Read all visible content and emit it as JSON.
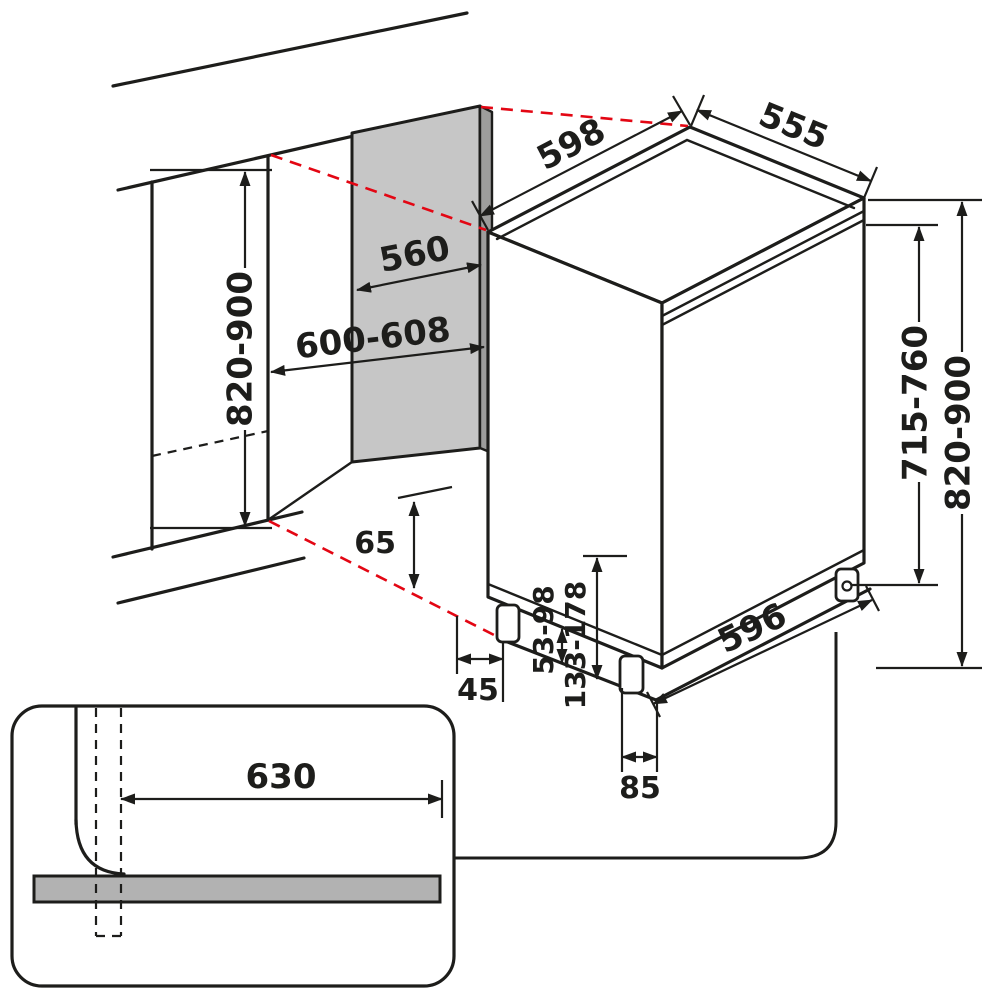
{
  "diagram_type": "built-in dishwasher installation dimensions",
  "colors": {
    "line": "#1d1d1b",
    "projection_red": "#e30613",
    "niche_panel_gray": "#c6c6c6",
    "panel_edge_gray": "#9d9d9c",
    "plinth_gray": "#b2b2b2",
    "background": "#ffffff"
  },
  "dimensions": {
    "appliance_width": "598",
    "appliance_depth": "555",
    "niche_depth": "560",
    "niche_width": "600-608",
    "niche_height": "820-900",
    "appliance_height": "715-760",
    "overall_height": "820-900",
    "clearance_top": "65",
    "clearance_front": "45",
    "foot_adjust_front": "53-98",
    "foot_adjust_rear": "133-178",
    "base_depth": "596",
    "base_offset": "85",
    "plinth_width": "630"
  }
}
